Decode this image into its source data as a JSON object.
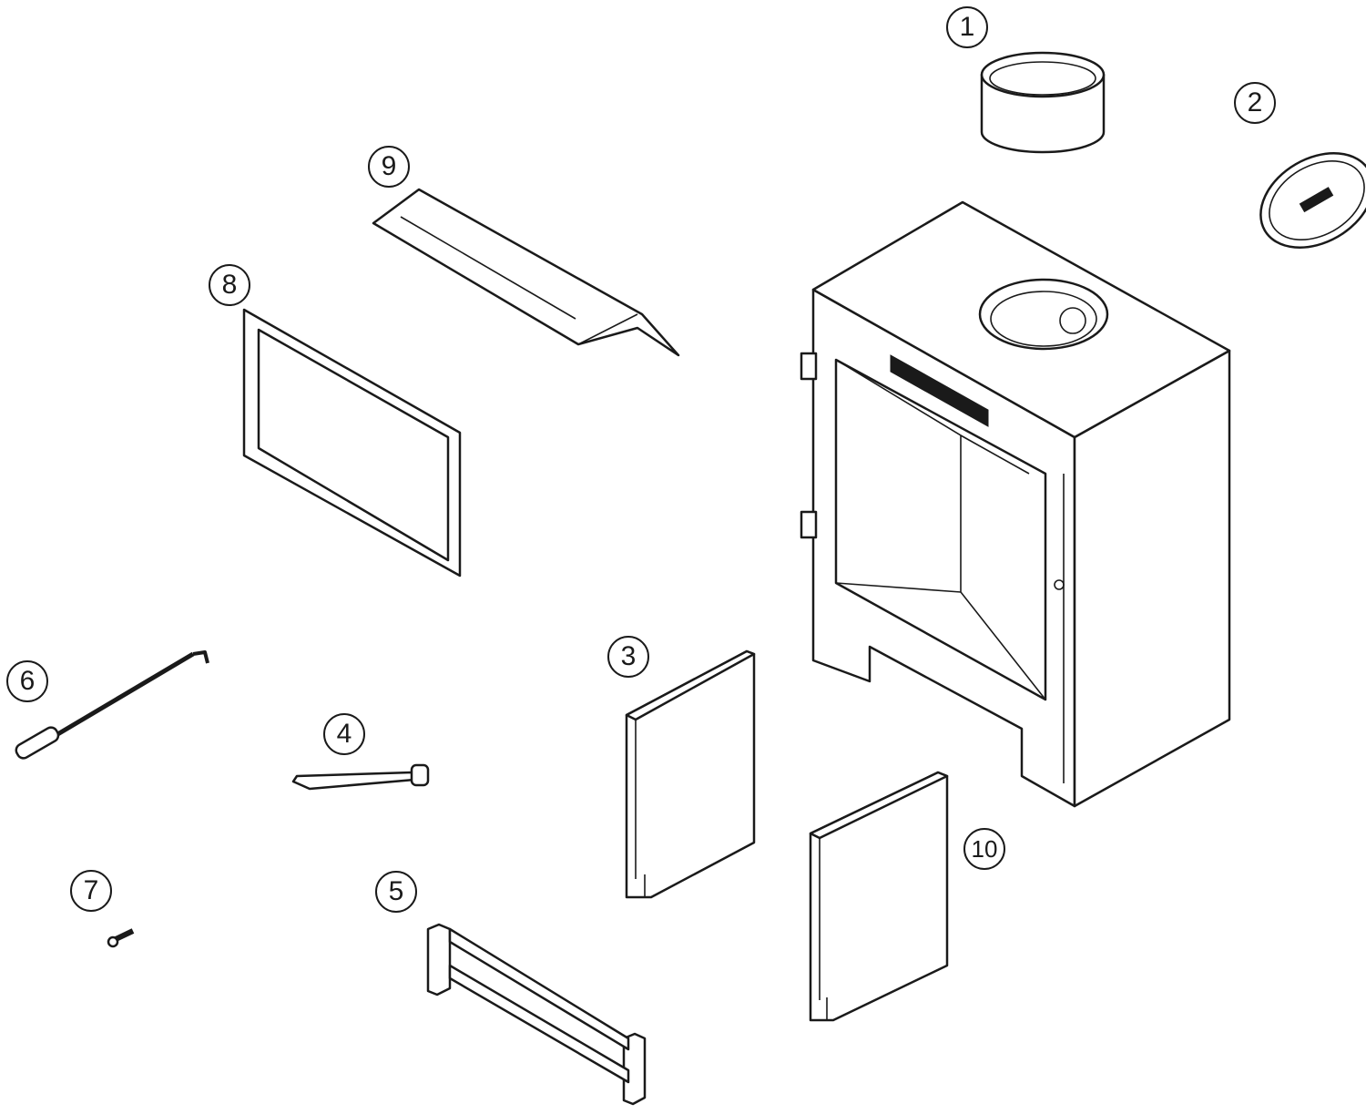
{
  "title": "Stove exploded parts diagram",
  "callouts": [
    "1",
    "2",
    "3",
    "4",
    "5",
    "6",
    "7",
    "8",
    "9",
    "10"
  ],
  "parts": [
    {
      "number": "1",
      "icon": "flue-collar-icon"
    },
    {
      "number": "2",
      "icon": "blanking-plate-icon"
    },
    {
      "number": "3",
      "icon": "side-brick-icon"
    },
    {
      "number": "4",
      "icon": "door-handle-tool-icon"
    },
    {
      "number": "5",
      "icon": "fuel-retainer-bar-icon"
    },
    {
      "number": "6",
      "icon": "riddling-tool-icon"
    },
    {
      "number": "7",
      "icon": "screw-icon"
    },
    {
      "number": "8",
      "icon": "glass-gasket-icon"
    },
    {
      "number": "9",
      "icon": "baffle-plate-icon"
    },
    {
      "number": "10",
      "icon": "side-brick-icon"
    }
  ],
  "colors": {
    "line": "#1a1a1a",
    "background": "#ffffff"
  }
}
